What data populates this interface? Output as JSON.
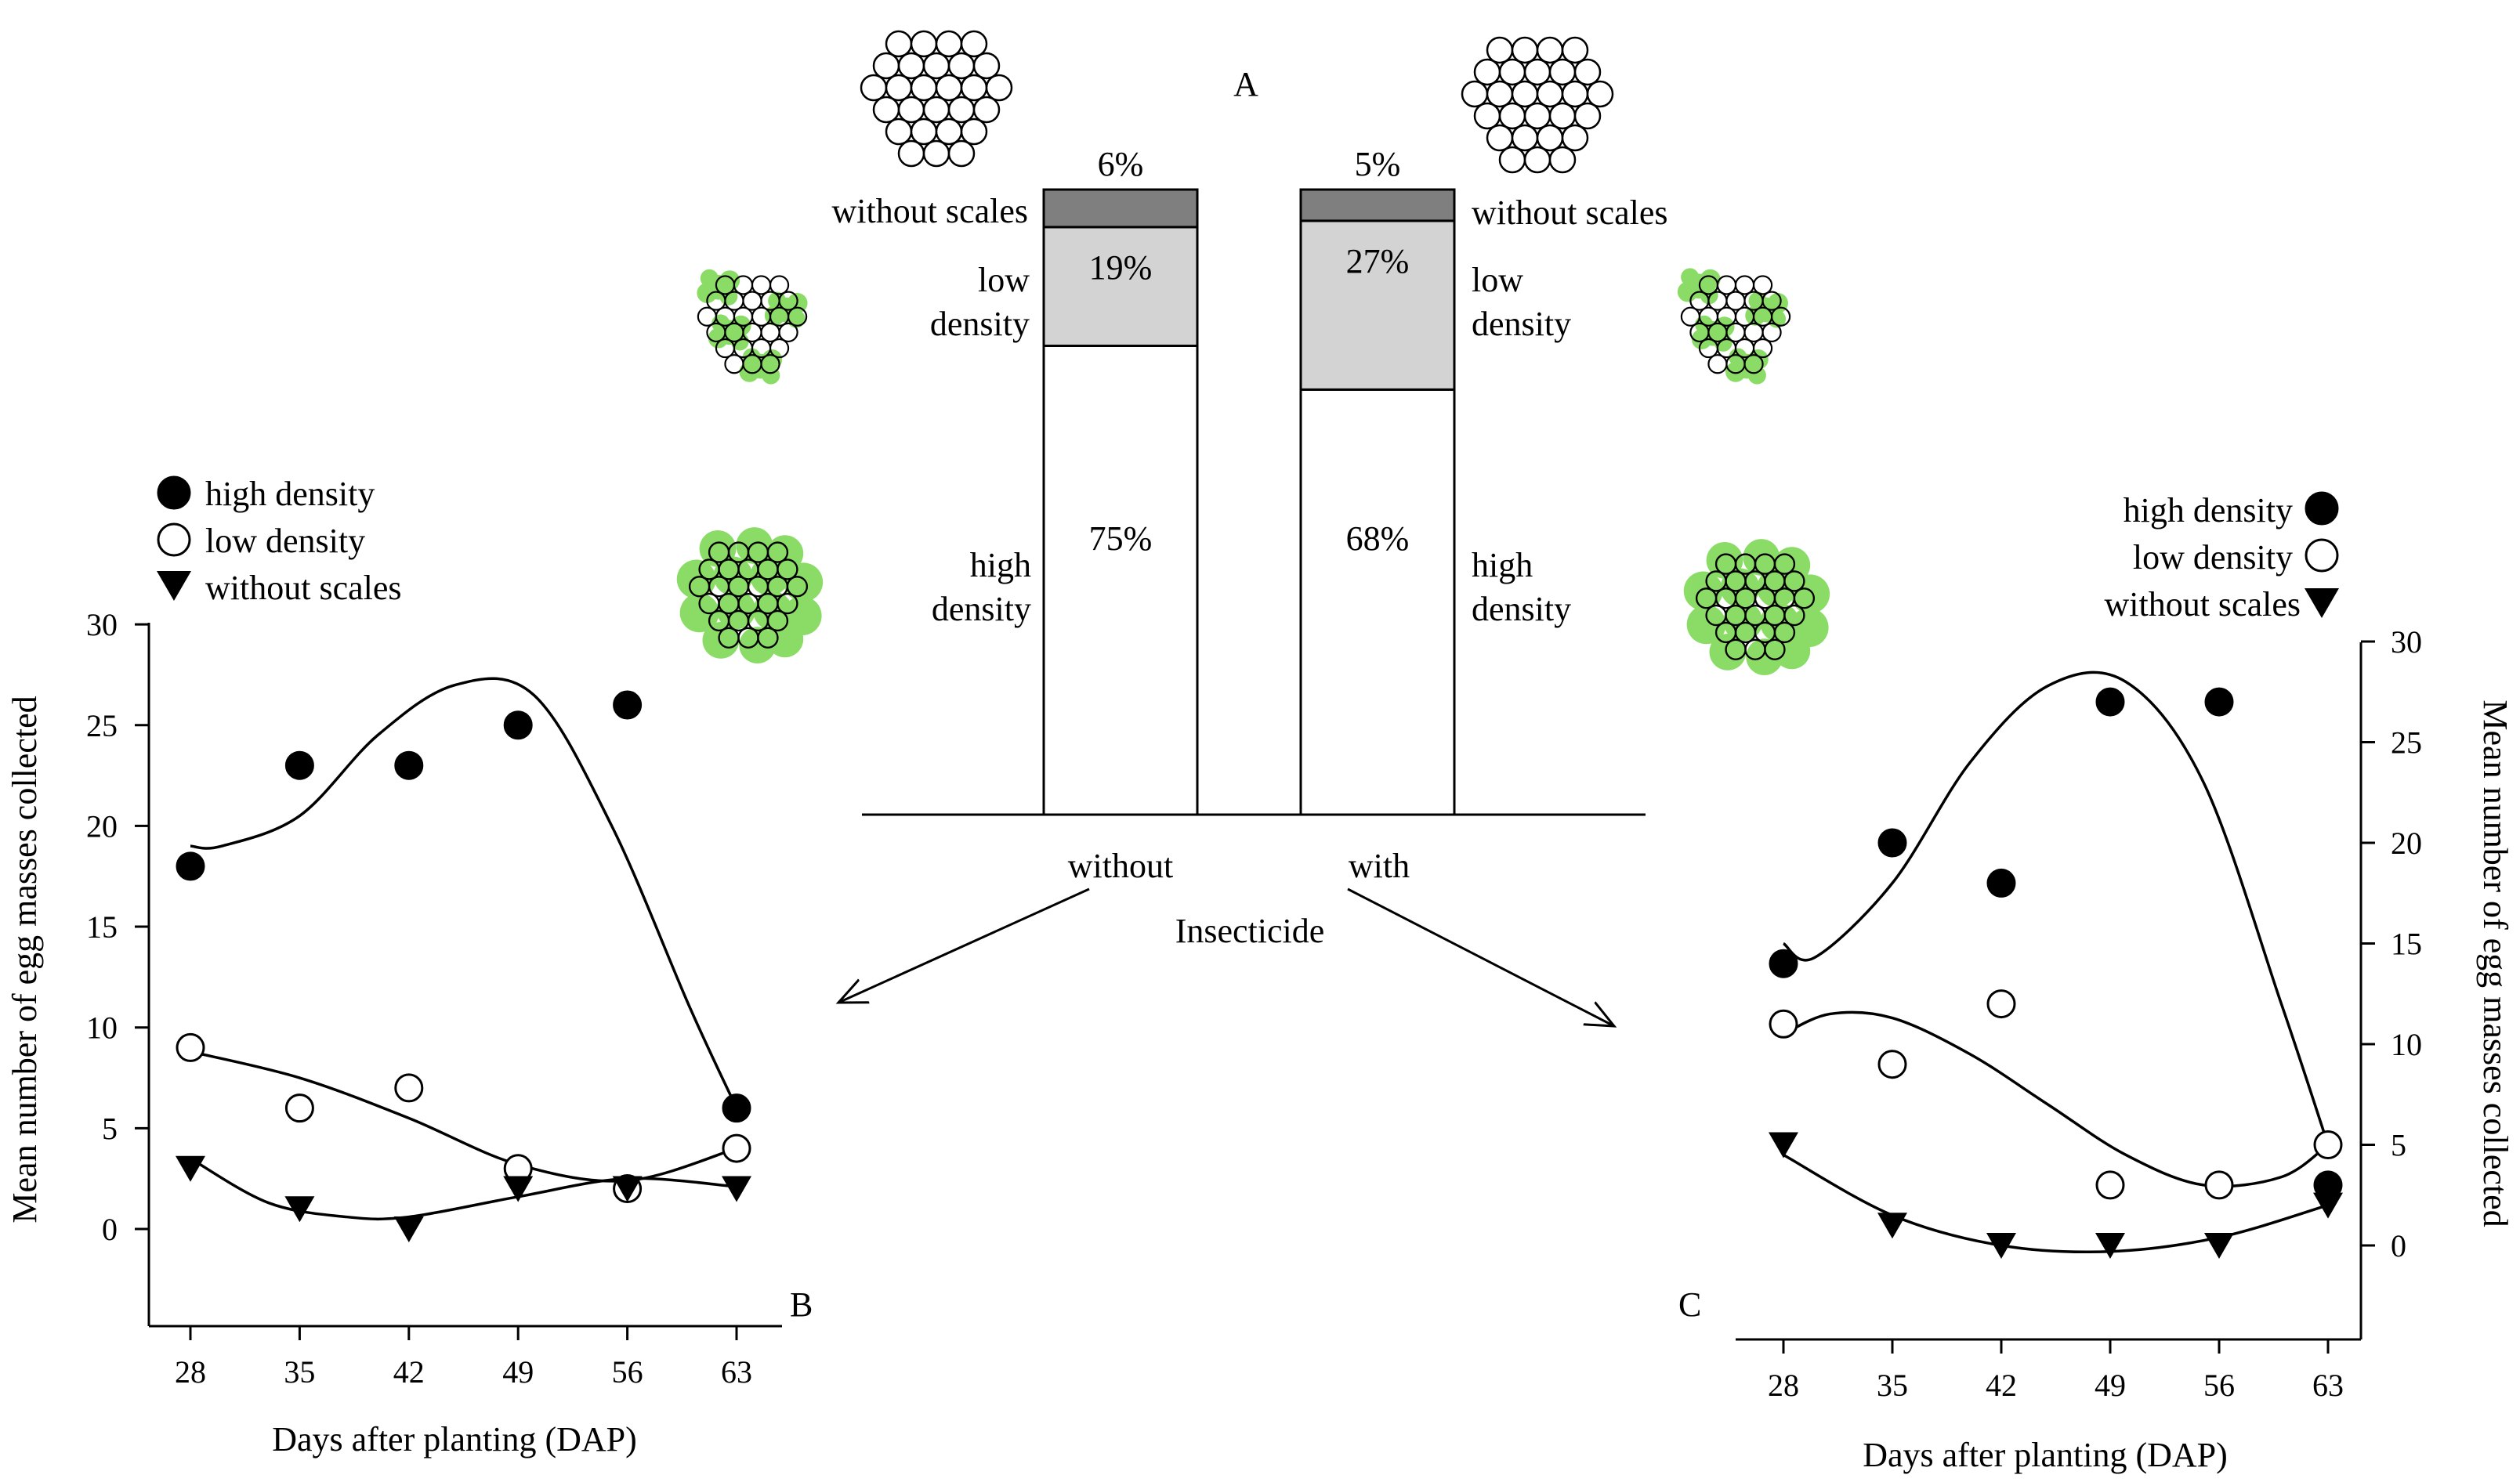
{
  "chart_data": [
    {
      "panel": "A",
      "type": "bar",
      "stacked": true,
      "xlabel": "Insecticide",
      "categories": [
        "without",
        "with"
      ],
      "series": [
        {
          "name": "high density",
          "values": [
            75,
            68
          ],
          "labels": [
            "75%",
            "68%"
          ],
          "color": "#ffffff"
        },
        {
          "name": "low density",
          "values": [
            19,
            27
          ],
          "labels": [
            "19%",
            "27%"
          ],
          "color": "#d3d3d3"
        },
        {
          "name": "without scales",
          "values": [
            6,
            5
          ],
          "labels": [
            "6%",
            "5%"
          ],
          "color": "#7f7f7f"
        }
      ],
      "side_labels": {
        "without_scales": "without scales",
        "low_density": [
          "low",
          "density"
        ],
        "high_density": [
          "high",
          "density"
        ]
      }
    },
    {
      "panel": "B",
      "type": "scatter",
      "xlabel": "Days after planting (DAP)",
      "ylabel": "Mean number of egg masses collected",
      "x": [
        28,
        35,
        42,
        49,
        56,
        63
      ],
      "xlim": [
        26,
        65
      ],
      "ylim": [
        -5,
        30
      ],
      "yticks": [
        0,
        5,
        10,
        15,
        20,
        25,
        30
      ],
      "series": [
        {
          "name": "high density",
          "marker": "filled-circle",
          "values": [
            18,
            23,
            23,
            25,
            26,
            6
          ]
        },
        {
          "name": "low density",
          "marker": "open-circle",
          "values": [
            9,
            6,
            7,
            3,
            2,
            4
          ]
        },
        {
          "name": "without scales",
          "marker": "filled-triangle-down",
          "values": [
            3,
            1,
            0,
            2,
            2,
            2
          ]
        }
      ],
      "fits": [
        {
          "x": [
            28,
            30,
            35,
            40,
            45,
            50,
            55,
            60,
            63
          ],
          "y": [
            19,
            19,
            20.5,
            24.5,
            27,
            26.5,
            20,
            11,
            6
          ]
        },
        {
          "x": [
            28,
            35,
            42,
            49,
            56,
            63
          ],
          "y": [
            8.8,
            7.5,
            5.5,
            3.2,
            2.4,
            4
          ]
        },
        {
          "x": [
            28,
            33,
            38,
            42,
            49,
            56,
            63
          ],
          "y": [
            3.5,
            1.3,
            0.6,
            0.6,
            1.6,
            2.5,
            2.1
          ]
        }
      ]
    },
    {
      "panel": "C",
      "type": "scatter",
      "xlabel": "Days after planting (DAP)",
      "ylabel": "Mean number of egg masses collected",
      "x": [
        28,
        35,
        42,
        49,
        56,
        63
      ],
      "xlim": [
        26,
        65
      ],
      "ylim": [
        -5,
        30
      ],
      "yticks": [
        0,
        5,
        10,
        15,
        20,
        25,
        30
      ],
      "series": [
        {
          "name": "high density",
          "marker": "filled-circle",
          "values": [
            14,
            20,
            18,
            27,
            27,
            3
          ]
        },
        {
          "name": "low density",
          "marker": "open-circle",
          "values": [
            11,
            9,
            12,
            3,
            3,
            5
          ]
        },
        {
          "name": "without scales",
          "marker": "filled-triangle-down",
          "values": [
            5,
            1,
            0,
            0,
            0,
            2
          ]
        }
      ],
      "fits": [
        {
          "x": [
            28,
            30,
            35,
            40,
            45,
            50,
            55,
            60,
            63
          ],
          "y": [
            15,
            14.3,
            18,
            24,
            27.8,
            28,
            23,
            12,
            5
          ]
        },
        {
          "x": [
            28,
            31,
            35,
            40,
            45,
            50,
            55,
            60,
            63
          ],
          "y": [
            10.5,
            11.5,
            11.3,
            9.5,
            7,
            4.5,
            3,
            3.4,
            5
          ]
        },
        {
          "x": [
            28,
            35,
            42,
            49,
            56,
            63
          ],
          "y": [
            4.5,
            1.5,
            0,
            -0.3,
            0.4,
            2
          ]
        }
      ]
    }
  ],
  "panel_labels": {
    "a": "A",
    "b": "B",
    "c": "C"
  },
  "legend_items": [
    "high density",
    "low density",
    "without scales"
  ]
}
